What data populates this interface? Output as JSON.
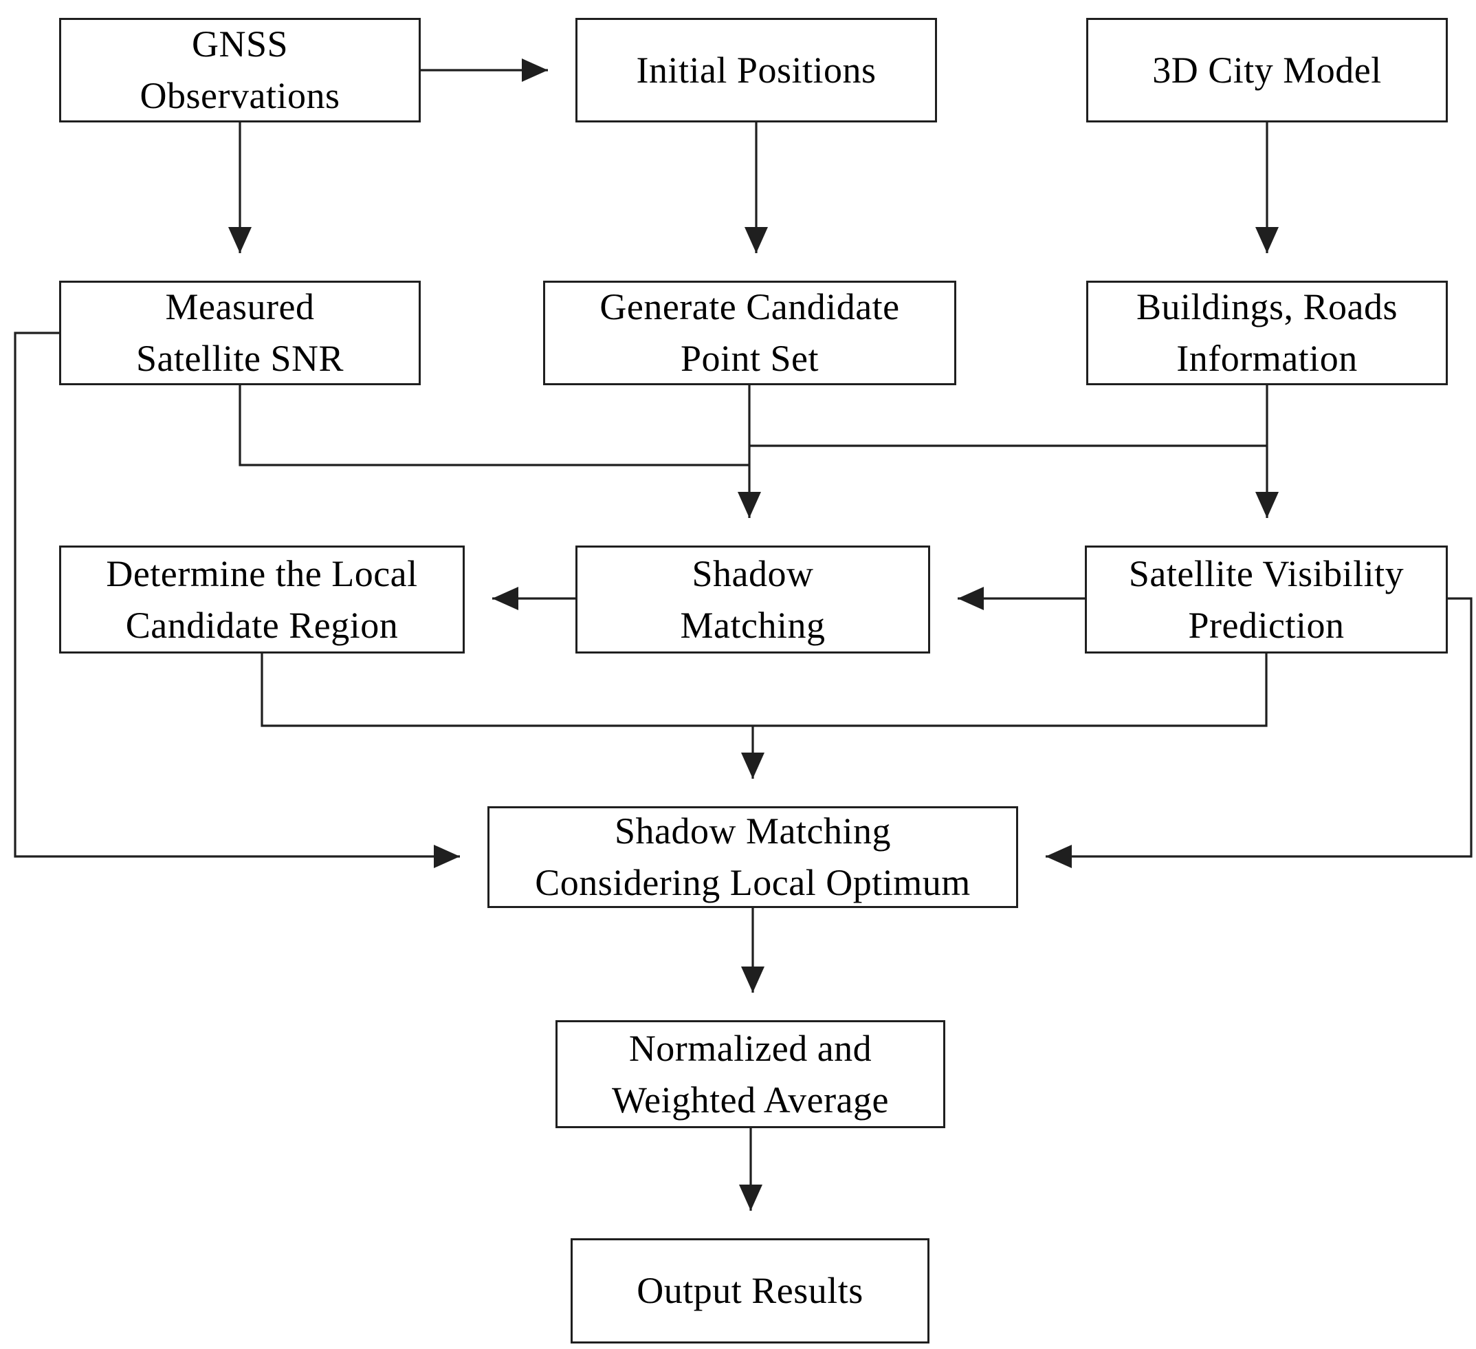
{
  "diagram": {
    "type": "flowchart",
    "title": "Shadow matching positioning flowchart",
    "colors": {
      "background": "#ffffff",
      "box_border": "#1f1f1f",
      "line": "#1f1f1f",
      "text": "#000000"
    },
    "nodes": {
      "gnss": {
        "lines": [
          "GNSS",
          "Observations"
        ]
      },
      "initial": {
        "lines": [
          "Initial Positions"
        ]
      },
      "city": {
        "lines": [
          "3D City Model"
        ]
      },
      "snr": {
        "lines": [
          "Measured",
          "Satellite SNR"
        ]
      },
      "candidate": {
        "lines": [
          "Generate Candidate",
          "Point Set"
        ]
      },
      "buildings": {
        "lines": [
          "Buildings, Roads",
          "Information"
        ]
      },
      "region": {
        "lines": [
          "Determine the Local",
          "Candidate Region"
        ]
      },
      "shadow": {
        "lines": [
          "Shadow",
          "Matching"
        ]
      },
      "visibility": {
        "lines": [
          "Satellite Visibility",
          "Prediction"
        ]
      },
      "smclo": {
        "lines": [
          "Shadow Matching",
          "Considering Local Optimum"
        ]
      },
      "weighted": {
        "lines": [
          "Normalized and",
          "Weighted Average"
        ]
      },
      "output": {
        "lines": [
          "Output Results"
        ]
      }
    },
    "edges": [
      {
        "from": "GNSS Observations",
        "to": "Initial Positions"
      },
      {
        "from": "GNSS Observations",
        "to": "Measured Satellite SNR"
      },
      {
        "from": "Initial Positions",
        "to": "Generate Candidate Point Set"
      },
      {
        "from": "3D City Model",
        "to": "Buildings, Roads Information"
      },
      {
        "from": "Buildings, Roads Information",
        "to": "Satellite Visibility Prediction"
      },
      {
        "from": "Generate Candidate Point Set",
        "to": "Satellite Visibility Prediction"
      },
      {
        "from": "Generate Candidate Point Set",
        "to": "Shadow Matching"
      },
      {
        "from": "Measured Satellite SNR",
        "to": "Shadow Matching"
      },
      {
        "from": "Satellite Visibility Prediction",
        "to": "Shadow Matching"
      },
      {
        "from": "Shadow Matching",
        "to": "Determine the Local Candidate Region"
      },
      {
        "from": "Determine the Local Candidate Region",
        "to": "Shadow Matching Considering Local Optimum"
      },
      {
        "from": "Satellite Visibility Prediction",
        "to": "Shadow Matching Considering Local Optimum"
      },
      {
        "from": "Measured Satellite SNR",
        "to": "Shadow Matching Considering Local Optimum"
      },
      {
        "from": "Shadow Matching Considering Local Optimum",
        "to": "Normalized and Weighted Average"
      },
      {
        "from": "Normalized and Weighted Average",
        "to": "Output Results"
      }
    ]
  }
}
